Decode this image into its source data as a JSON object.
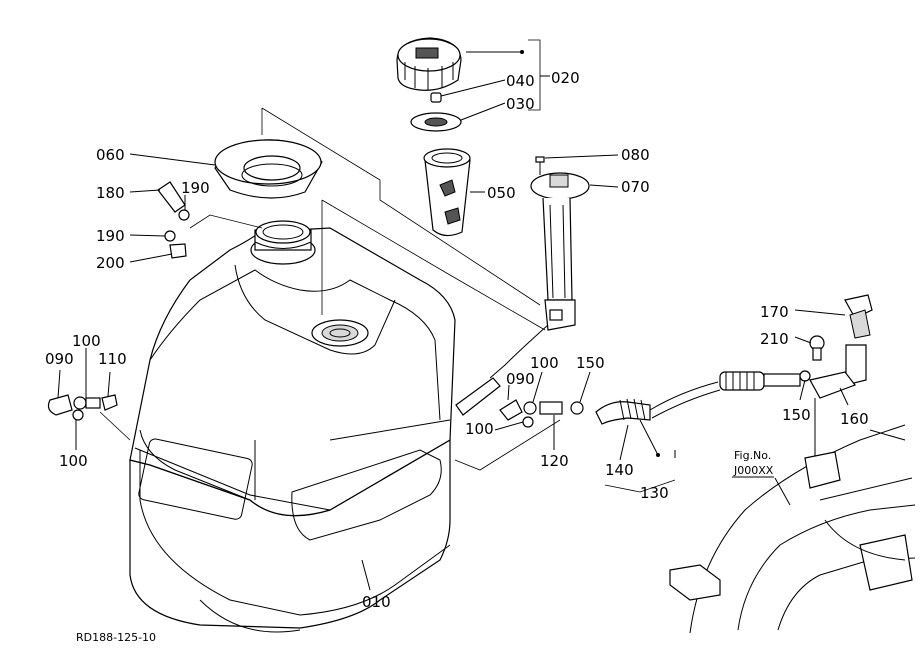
{
  "labels": {
    "p010": "010",
    "p020": "020",
    "p030": "030",
    "p040": "040",
    "p050": "050",
    "p060": "060",
    "p070": "070",
    "p080": "080",
    "p090_left": "090",
    "p090_mid": "090",
    "p100_left_top": "100",
    "p100_left_bottom": "100",
    "p100_mid_top": "100",
    "p100_mid_bottom": "100",
    "p110": "110",
    "p120": "120",
    "p130": "130",
    "p140": "140",
    "p150_a": "150",
    "p150_b": "150",
    "p160": "160",
    "p170": "170",
    "p180": "180",
    "p190_a": "190",
    "p190_b": "190",
    "p200": "200",
    "p210": "210"
  },
  "reference": {
    "fig_label": "Fig.No.",
    "fig_number": "J000XX"
  },
  "drawing_code": "RD188-125-10"
}
